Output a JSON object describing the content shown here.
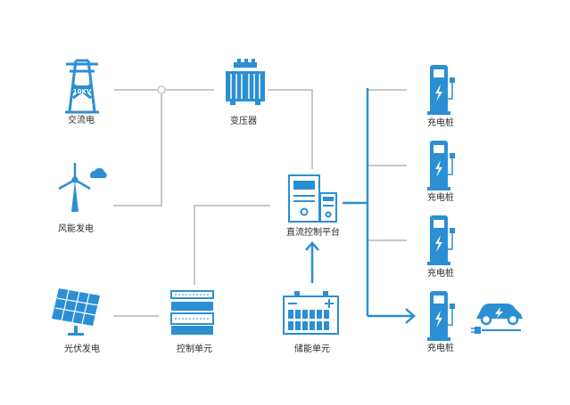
{
  "nodes": {
    "ac_power": {
      "label": "交流电",
      "badge": "10KV"
    },
    "transformer": {
      "label": "变压器"
    },
    "wind_power": {
      "label": "风能发电"
    },
    "dc_platform": {
      "label": "直流控制平台"
    },
    "solar_power": {
      "label": "光伏发电"
    },
    "control_unit": {
      "label": "控制单元"
    },
    "storage_unit": {
      "label": "储能单元"
    },
    "chargers": [
      {
        "label": "充电桩"
      },
      {
        "label": "充电桩"
      },
      {
        "label": "充电桩"
      },
      {
        "label": "充电桩"
      }
    ]
  },
  "colors": {
    "primary": "#2b8fd4",
    "line": "#c8c8c8",
    "text": "#2b2b2b"
  }
}
